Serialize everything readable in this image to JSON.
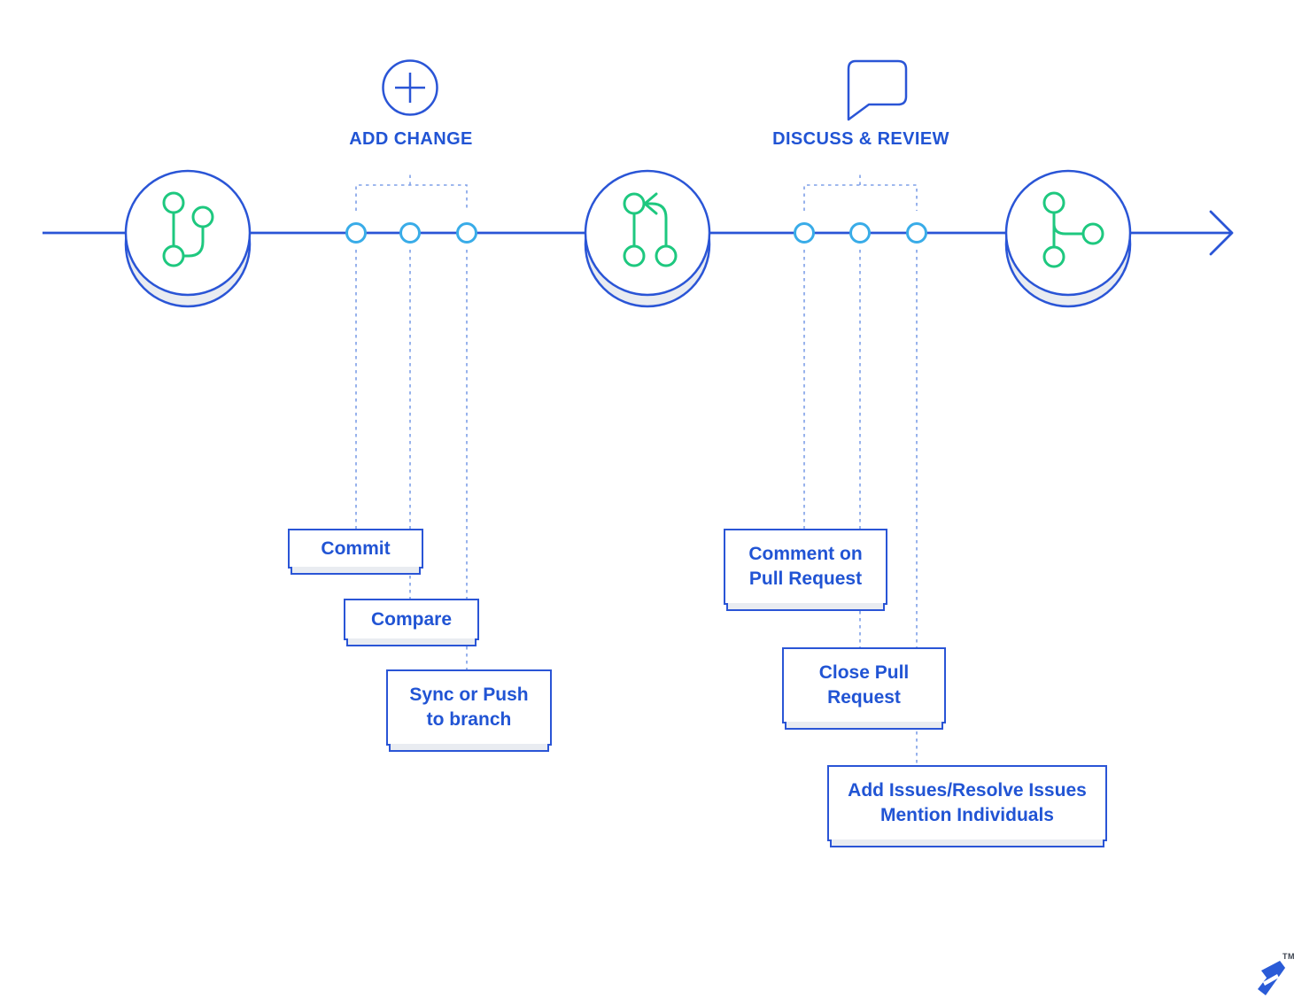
{
  "headers": [
    {
      "label": "ADD CHANGE",
      "icon": "plus-circle-icon"
    },
    {
      "label": "DISCUSS & REVIEW",
      "icon": "speech-bubble-icon"
    }
  ],
  "milestones": [
    {
      "icon": "git-checkout-branch-icon"
    },
    {
      "icon": "git-pull-request-icon"
    },
    {
      "icon": "git-branch-icon"
    }
  ],
  "boxes": [
    {
      "id": "commit",
      "lines": [
        "Commit"
      ]
    },
    {
      "id": "compare",
      "lines": [
        "Compare"
      ]
    },
    {
      "id": "sync-push",
      "lines": [
        "Sync or Push",
        "to branch"
      ]
    },
    {
      "id": "comment-pr",
      "lines": [
        "Comment on",
        "Pull Request"
      ]
    },
    {
      "id": "close-pr",
      "lines": [
        "Close Pull",
        "Request"
      ]
    },
    {
      "id": "add-issues",
      "lines": [
        "Add Issues/Resolve Issues",
        "Mention Individuals"
      ]
    }
  ],
  "logo": {
    "tm": "TM"
  },
  "colors": {
    "primary_blue": "#2a55d6",
    "text_blue": "#2154d4",
    "node_cyan": "#39ace8",
    "git_green": "#1ec87f",
    "shadow_gray": "#e9ecf1",
    "dash_blue": "#7fa0e8",
    "background": "#ffffff"
  }
}
